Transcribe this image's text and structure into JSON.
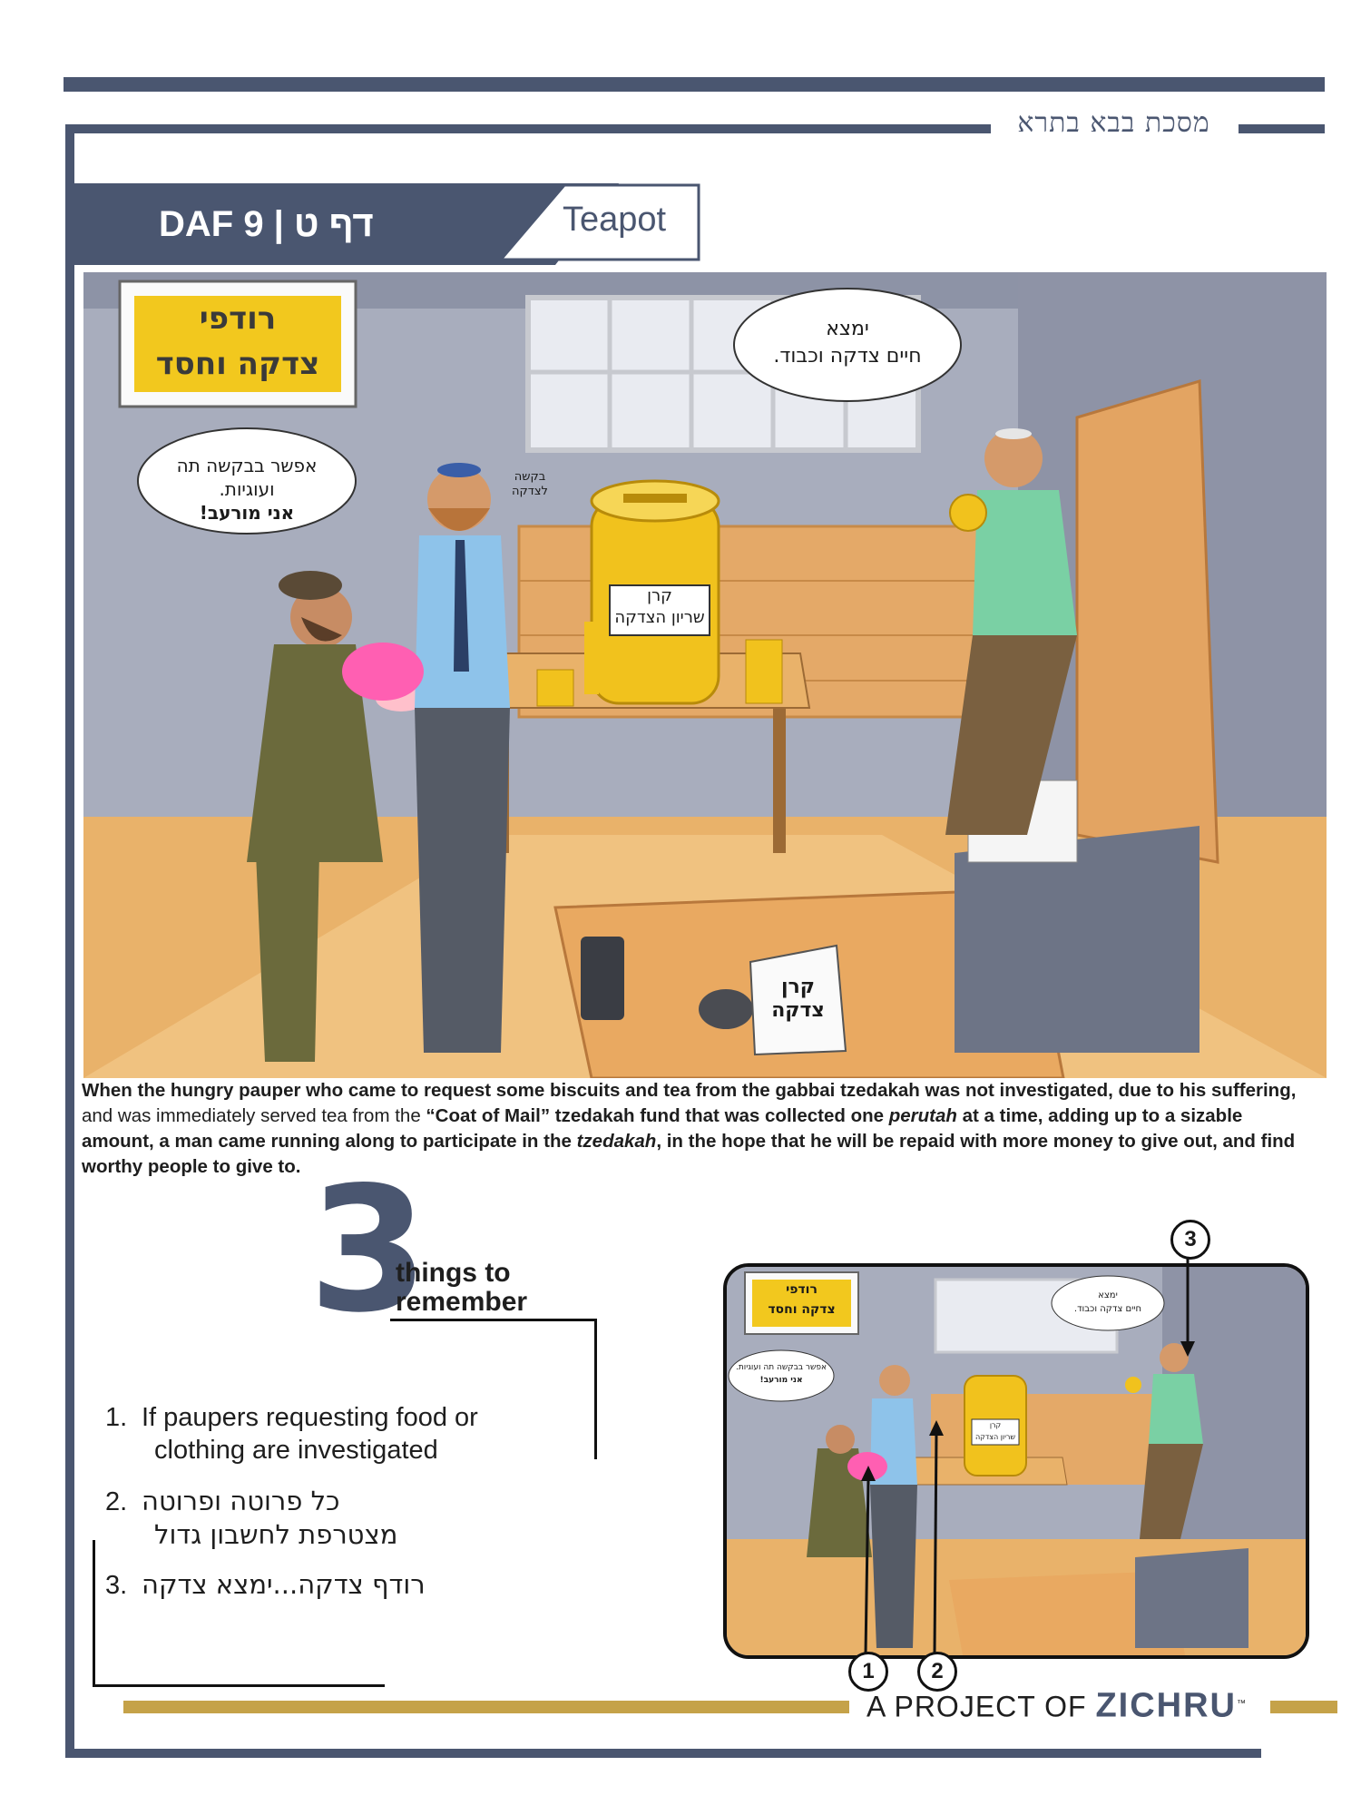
{
  "header": {
    "tractate": "מסכת בבא בתרא",
    "daf_label": "DAF 9 | דף ט",
    "topic": "Teapot"
  },
  "illustration": {
    "sign": [
      "רודפי",
      "צדקה וחסד"
    ],
    "pauper_bubble": [
      "אפשר בבקשה תה ועוגיות.",
      "אני מורעב!"
    ],
    "paper_note": [
      "בקשה",
      "לצדקה"
    ],
    "fund_label": [
      "קרן",
      "שריון הצדקה"
    ],
    "runner_bubble": [
      "ימצא",
      "חיים צדקה וכבוד."
    ],
    "desk_paper": [
      "קרן",
      "צדקה"
    ]
  },
  "caption": {
    "part1": "When the hungry pauper who came to request some biscuits and tea from the gabbai tzedakah was not investigated, due to his suffering,",
    "part2": " and was immediately served tea from the ",
    "part3": "“Coat of Mail”",
    "part4": " tzedakah fund that was collected one ",
    "part5": "perutah",
    "part6": " at a time, adding up to a sizable amount, a man came running along to participate in the ",
    "part7": "tzedakah",
    "part8": ", in the hope that he will be repaid with more money to give out, and find worthy people to give to."
  },
  "things": {
    "big_number": "3",
    "line1": "things to",
    "line2": "remember",
    "items": [
      {
        "num": "1.",
        "line1": "If paupers requesting food or",
        "line2": "clothing are investigated"
      },
      {
        "num": "2.",
        "line1": "כל פרוטה ופרוטה",
        "line2": "מצטרפת לחשבון גדול"
      },
      {
        "num": "3.",
        "line1": "רודף צדקה...ימצא צדקה"
      }
    ]
  },
  "thumbnail": {
    "callouts": [
      "1",
      "2",
      "3"
    ],
    "sign": [
      "רודפי",
      "צדקה וחסד"
    ],
    "pauper_bubble": [
      "אפשר בבקשה תה ועוגיות.",
      "אני מורעב!"
    ],
    "fund_label": [
      "קרן",
      "שריון הצדקה"
    ],
    "runner_bubble": [
      "ימצא",
      "חיים צדקה וכבוד."
    ]
  },
  "footer": {
    "project_of": "A PROJECT OF",
    "brand": "ZICHRU",
    "tm": "™"
  },
  "colors": {
    "navy": "#4a5670",
    "gold": "#c5a249",
    "sign_yellow": "#f2c81e"
  }
}
